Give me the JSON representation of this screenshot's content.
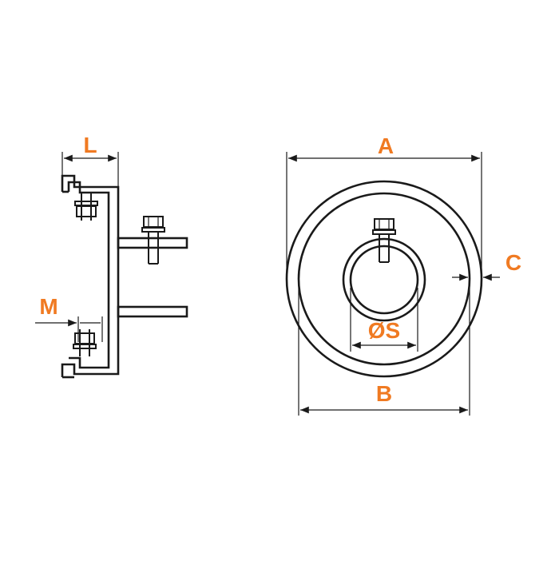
{
  "diagram": {
    "labels": {
      "L": "L",
      "M": "M",
      "A": "A",
      "B": "B",
      "C": "C",
      "S": "ØS"
    },
    "colors": {
      "label": "#f07a22",
      "line": "#1a1a1a",
      "background": "#ffffff"
    }
  }
}
